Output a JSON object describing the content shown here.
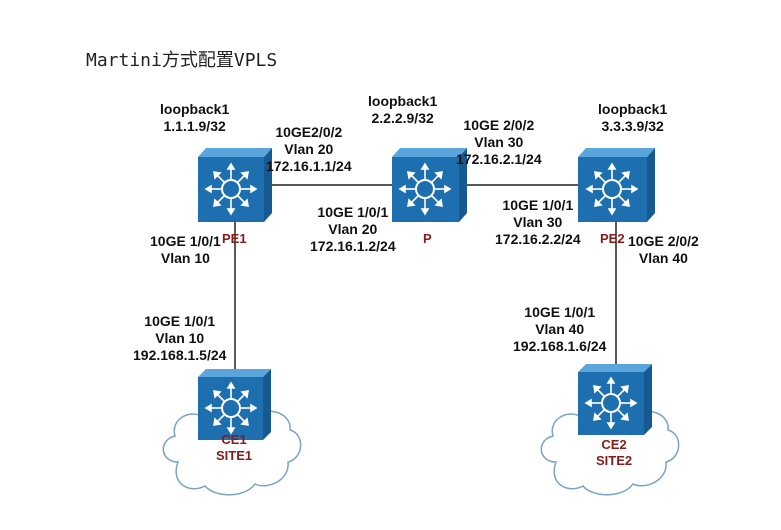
{
  "title": "Martini方式配置VPLS",
  "devices": {
    "pe1": {
      "name": "PE1",
      "loopback_label": "loopback1",
      "loopback_ip": "1.1.1.9/32"
    },
    "p": {
      "name": "P",
      "loopback_label": "loopback1",
      "loopback_ip": "2.2.2.9/32"
    },
    "pe2": {
      "name": "PE2",
      "loopback_label": "loopback1",
      "loopback_ip": "3.3.3.9/32"
    },
    "ce1": {
      "name": "CE1",
      "site": "SITE1"
    },
    "ce2": {
      "name": "CE2",
      "site": "SITE2"
    }
  },
  "interfaces": {
    "pe1_to_p": {
      "port": "10GE2/0/2",
      "vlan": "Vlan 20",
      "ip": "172.16.1.1/24"
    },
    "p_to_pe1": {
      "port": "10GE 1/0/1",
      "vlan": "Vlan 20",
      "ip": "172.16.1.2/24"
    },
    "p_to_pe2": {
      "port": "10GE 2/0/2",
      "vlan": "Vlan 30",
      "ip": "172.16.2.1/24"
    },
    "pe2_to_p": {
      "port": "10GE 1/0/1",
      "vlan": "Vlan 30",
      "ip": "172.16.2.2/24"
    },
    "pe1_to_ce1": {
      "port": "10GE 1/0/1",
      "vlan": "Vlan 10"
    },
    "ce1_to_pe1": {
      "port": "10GE 1/0/1",
      "vlan": "Vlan 10",
      "ip": "192.168.1.5/24"
    },
    "pe2_to_ce2": {
      "port": "10GE 2/0/2",
      "vlan": "Vlan 40"
    },
    "ce2_to_pe2": {
      "port": "10GE 1/0/1",
      "vlan": "Vlan 40",
      "ip": "192.168.1.6/24"
    }
  },
  "colors": {
    "switch_front": "#1e6fb0",
    "switch_top": "#5aa6dc",
    "switch_side": "#175a92",
    "device_label": "#8b1a1a",
    "link": "#222222",
    "cloud_stroke": "#7aa3c4"
  },
  "icons": [
    "switch-icon",
    "cloud-icon"
  ]
}
